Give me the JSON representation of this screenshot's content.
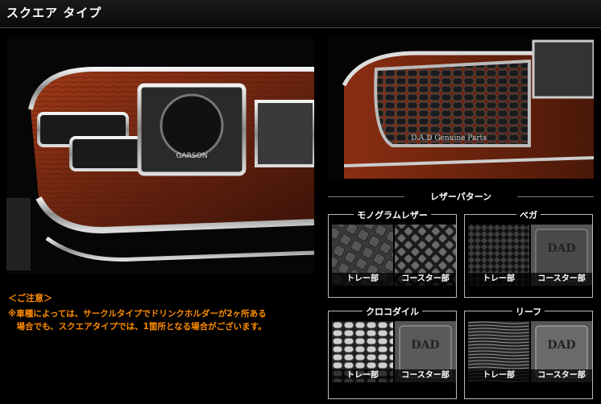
{
  "header": {
    "title": "スクエア タイプ"
  },
  "notice": {
    "title": "＜ご注意＞",
    "line1": "※車種によっては、サークルタイプでドリンクホルダーが2ヶ所ある",
    "line2": "　場合でも、スクエアタイプでは、1箇所となる場合がございます。"
  },
  "photo_left": {
    "badge": "GARSON"
  },
  "photo_right": {
    "badge": "D.A.D Genuine Parts"
  },
  "leather": {
    "title": "レザーパターン",
    "patterns": [
      {
        "name": "モノグラムレザー",
        "tray": "トレー部",
        "coaster": "コースター部"
      },
      {
        "name": "ベガ",
        "tray": "トレー部",
        "coaster": "コースター部"
      },
      {
        "name": "クロコダイル",
        "tray": "トレー部",
        "coaster": "コースター部"
      },
      {
        "name": "リーフ",
        "tray": "トレー部",
        "coaster": "コースター部"
      }
    ]
  },
  "logo_text": "DAD",
  "colors": {
    "accent": "#ff8c00",
    "wood": "#7a2a12",
    "chrome": "#cfcfcf"
  }
}
